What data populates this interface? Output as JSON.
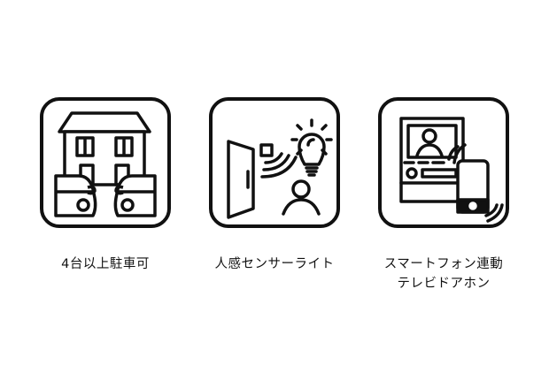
{
  "features": [
    {
      "label": "4台以上駐車可",
      "icon": "house-with-cars-icon"
    },
    {
      "label": "人感センサーライト",
      "icon": "motion-sensor-light-icon"
    },
    {
      "label_line1": "スマートフォン連動",
      "label_line2": "テレビドアホン",
      "icon": "smartphone-video-intercom-icon"
    }
  ],
  "colors": {
    "stroke": "#111111",
    "background": "#ffffff"
  }
}
